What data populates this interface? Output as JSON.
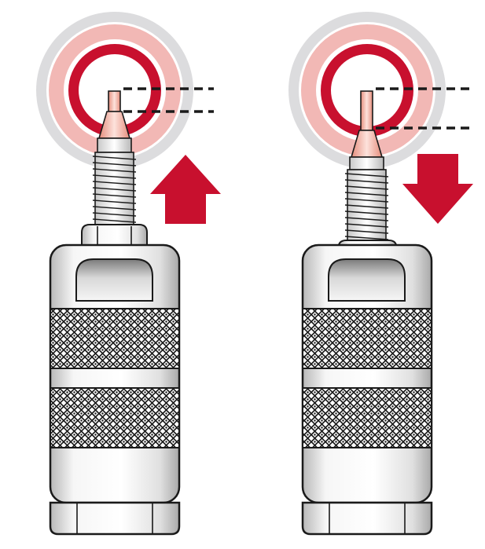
{
  "colors": {
    "accent_red": "#c8102e",
    "light_red": "#f2b8b5",
    "halo_gray": "#dcdcde",
    "metal_light": "#f4f4f4",
    "metal_mid": "#c9c9c9",
    "metal_dark": "#8a8a8a",
    "outline": "#1a1a1a",
    "tip_copper": "#f0a89a"
  },
  "diagram": {
    "panels": [
      {
        "name": "left",
        "state": "extended",
        "arrow": "up-arrow-icon"
      },
      {
        "name": "right",
        "state": "retracted",
        "arrow": "down-arrow-icon"
      }
    ]
  }
}
